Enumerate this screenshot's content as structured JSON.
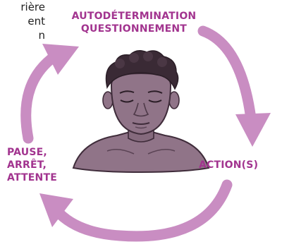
{
  "cropped_text": {
    "lines": [
      "rière",
      "ent",
      "n"
    ]
  },
  "cycle": {
    "stages": [
      {
        "lines": [
          "AUTODÉTERMINATION",
          "QUESTIONNEMENT"
        ]
      },
      {
        "lines": [
          "ACTION(S)"
        ]
      },
      {
        "lines": [
          "PAUSE,",
          "ARRÊT,",
          "ATTENTE"
        ]
      }
    ]
  },
  "colors": {
    "arrow": "#c98dc2",
    "label": "#a2348f",
    "skin": "#907488",
    "skin_shadow": "#6b4f66",
    "hair": "#3a2a35",
    "text": "#1f1f1f"
  }
}
